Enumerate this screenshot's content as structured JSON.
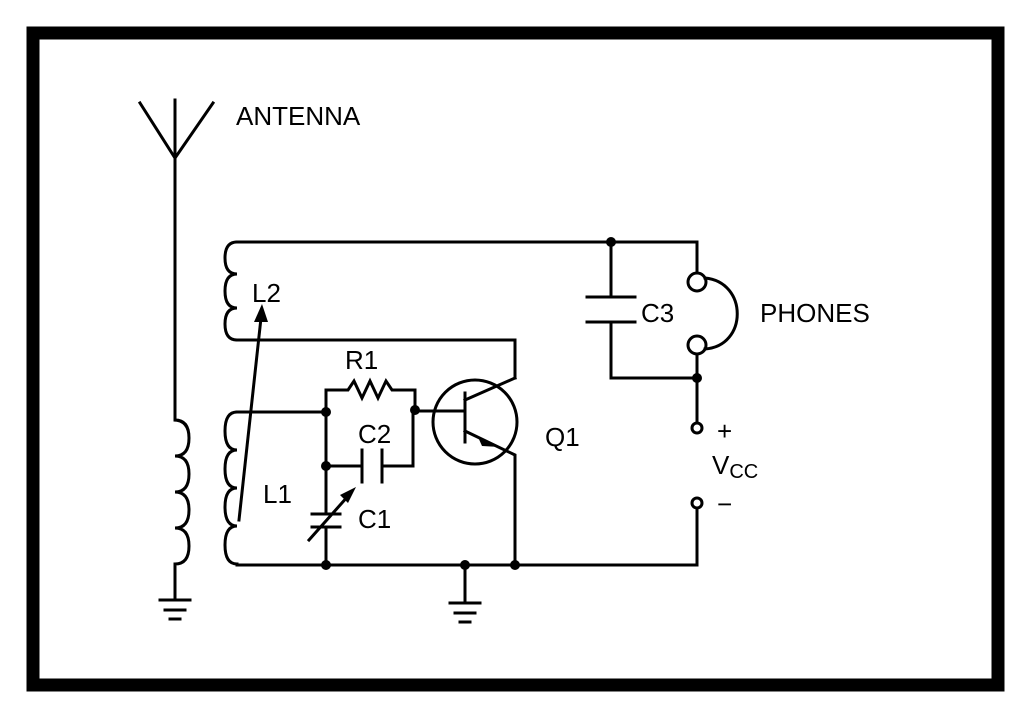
{
  "labels": {
    "antenna": "ANTENNA",
    "l1": "L1",
    "l2": "L2",
    "r1": "R1",
    "c1": "C1",
    "c2": "C2",
    "c3": "C3",
    "q1": "Q1",
    "phones": "PHONES",
    "vcc_main": "V",
    "vcc_sub": "CC",
    "plus": "+",
    "minus": "−"
  },
  "colors": {
    "ink": "#000000",
    "background": "#ffffff"
  }
}
